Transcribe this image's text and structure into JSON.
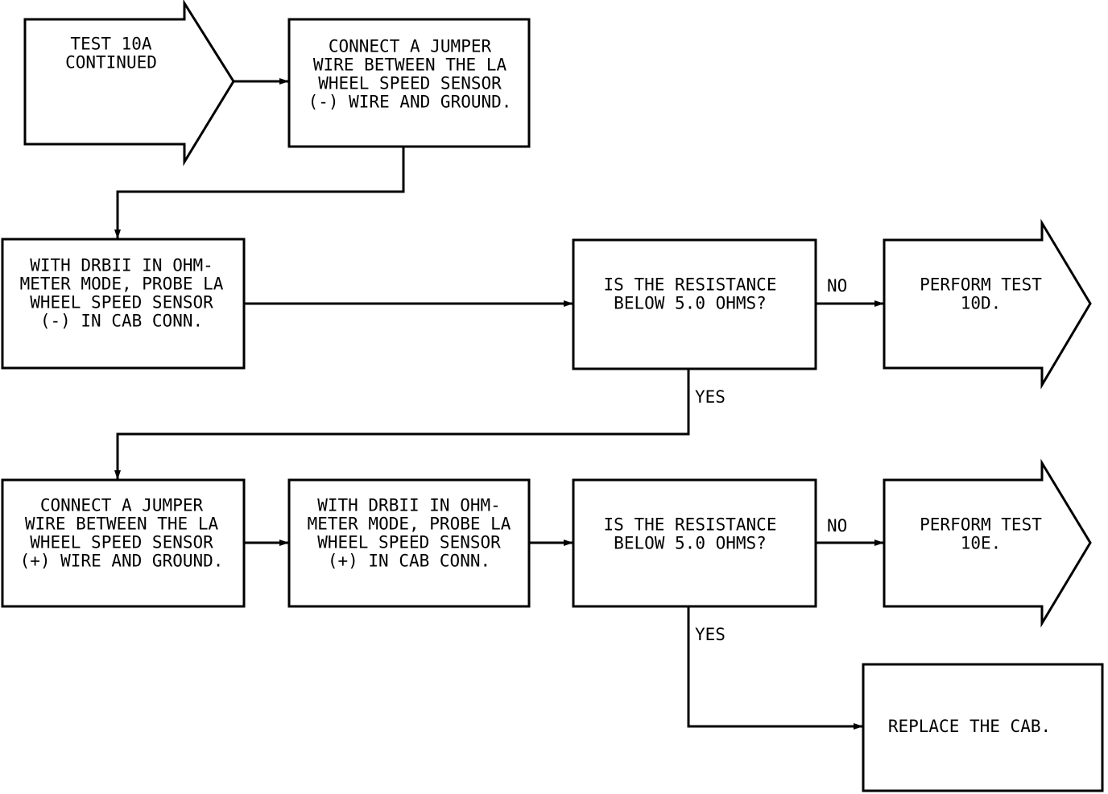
{
  "nodes": {
    "start": {
      "lines": [
        "TEST 10A",
        "CONTINUED"
      ]
    },
    "step1": {
      "lines": [
        "CONNECT A JUMPER",
        "WIRE BETWEEN THE LA",
        "WHEEL SPEED SENSOR",
        "(-) WIRE AND GROUND."
      ]
    },
    "step2": {
      "lines": [
        "WITH DRBII IN OHM-",
        "METER MODE, PROBE LA",
        "WHEEL SPEED SENSOR",
        "(-) IN CAB CONN."
      ]
    },
    "decision1": {
      "lines": [
        "IS THE RESISTANCE",
        "BELOW 5.0 OHMS?"
      ]
    },
    "result1": {
      "lines": [
        "PERFORM TEST",
        "10D."
      ]
    },
    "step3": {
      "lines": [
        "CONNECT A JUMPER",
        "WIRE BETWEEN THE LA",
        "WHEEL SPEED SENSOR",
        "(+) WIRE AND GROUND."
      ]
    },
    "step4": {
      "lines": [
        "WITH DRBII IN OHM-",
        "METER MODE, PROBE LA",
        "WHEEL SPEED SENSOR",
        "(+) IN CAB CONN."
      ]
    },
    "decision2": {
      "lines": [
        "IS THE RESISTANCE",
        "BELOW 5.0 OHMS?"
      ]
    },
    "result2": {
      "lines": [
        "PERFORM TEST",
        "10E."
      ]
    },
    "result3": {
      "lines": [
        "REPLACE THE CAB."
      ]
    }
  },
  "edges": {
    "no1": "NO",
    "yes1": "YES",
    "no2": "NO",
    "yes2": "YES"
  }
}
